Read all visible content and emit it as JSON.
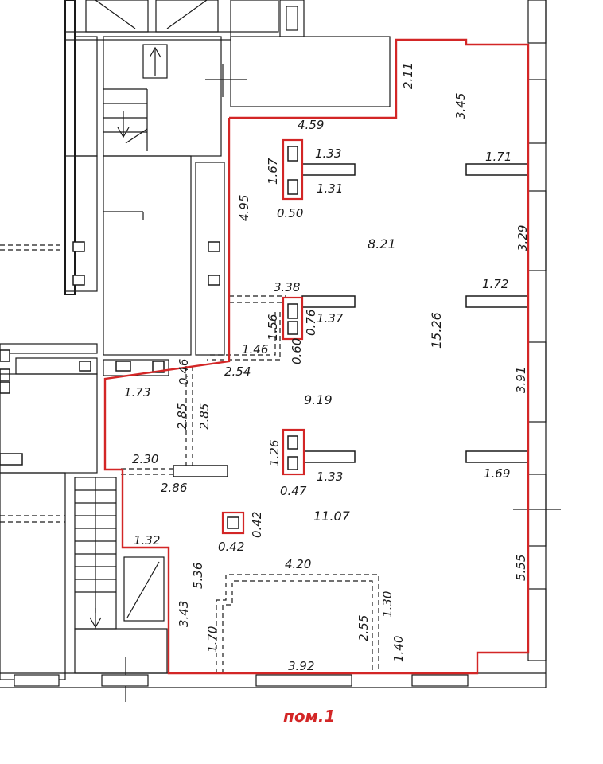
{
  "plan": {
    "room_label": "пом.1",
    "colors": {
      "outline": "#d32626",
      "walls": "#1a1a1a"
    },
    "areas": {
      "upper": "8.21",
      "middle": "9.19",
      "lower": "11.07",
      "corridor": "15.26"
    },
    "dims": {
      "d_2_11": "2.11",
      "d_3_45": "3.45",
      "d_4_59": "4.59",
      "d_1_33a": "1.33",
      "d_1_31": "1.31",
      "d_1_67": "1.67",
      "d_0_50": "0.50",
      "d_1_71": "1.71",
      "d_4_95": "4.95",
      "d_3_29": "3.29",
      "d_3_38": "3.38",
      "d_1_72": "1.72",
      "d_1_37": "1.37",
      "d_0_76": "0.76",
      "d_1_56": "1.56",
      "d_0_60": "0.60",
      "d_1_46": "1.46",
      "d_2_54": "2.54",
      "d_0_46": "0.46",
      "d_1_73": "1.73",
      "d_3_91": "3.91",
      "d_2_85a": "2.85",
      "d_2_85b": "2.85",
      "d_1_26": "1.26",
      "d_2_30": "2.30",
      "d_2_86": "2.86",
      "d_1_33b": "1.33",
      "d_0_47": "0.47",
      "d_1_69": "1.69",
      "d_0_42a": "0.42",
      "d_0_42b": "0.42",
      "d_1_32": "1.32",
      "d_5_36": "5.36",
      "d_4_20": "4.20",
      "d_5_55": "5.55",
      "d_3_43": "3.43",
      "d_1_70": "1.70",
      "d_2_55": "2.55",
      "d_1_30": "1.30",
      "d_1_40": "1.40",
      "d_3_92": "3.92"
    }
  }
}
